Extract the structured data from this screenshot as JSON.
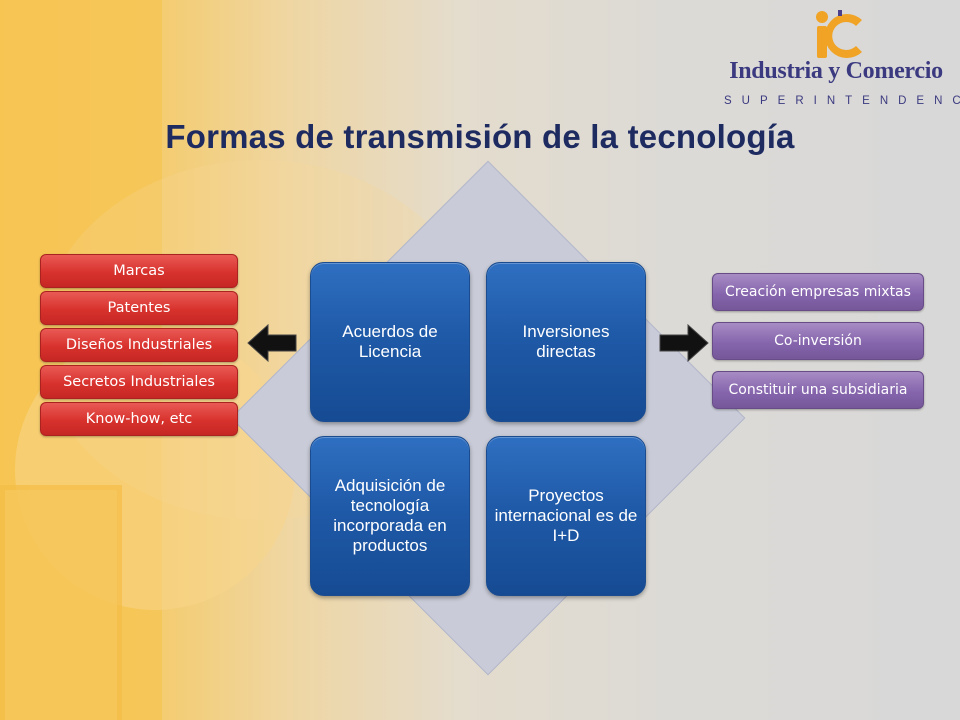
{
  "logo": {
    "title": "Industria y Comercio",
    "subtitle": "SUPERINTENDENCIA",
    "mark_color_orange": "#f0a324",
    "mark_color_purple": "#4b3f8c"
  },
  "slide": {
    "title": "Formas de transmisión de la tecnología"
  },
  "quadrants": [
    "Acuerdos de Licencia",
    "Inversiones directas",
    "Adquisición de tecnología incorporada en productos",
    "Proyectos internacional es de I+D"
  ],
  "left_list": [
    "Marcas",
    "Patentes",
    "Diseños Industriales",
    "Secretos Industriales",
    "Know-how, etc"
  ],
  "right_list": [
    "Creación empresas mixtas",
    "Co-inversión",
    "Constituir una subsidiaria"
  ],
  "colors": {
    "title": "#1e2b61",
    "quadrant_blue": "#1f5aa8",
    "chip_red": "#d8322d",
    "chip_purple": "#8665ad",
    "diamond": "#c9ccd8"
  }
}
